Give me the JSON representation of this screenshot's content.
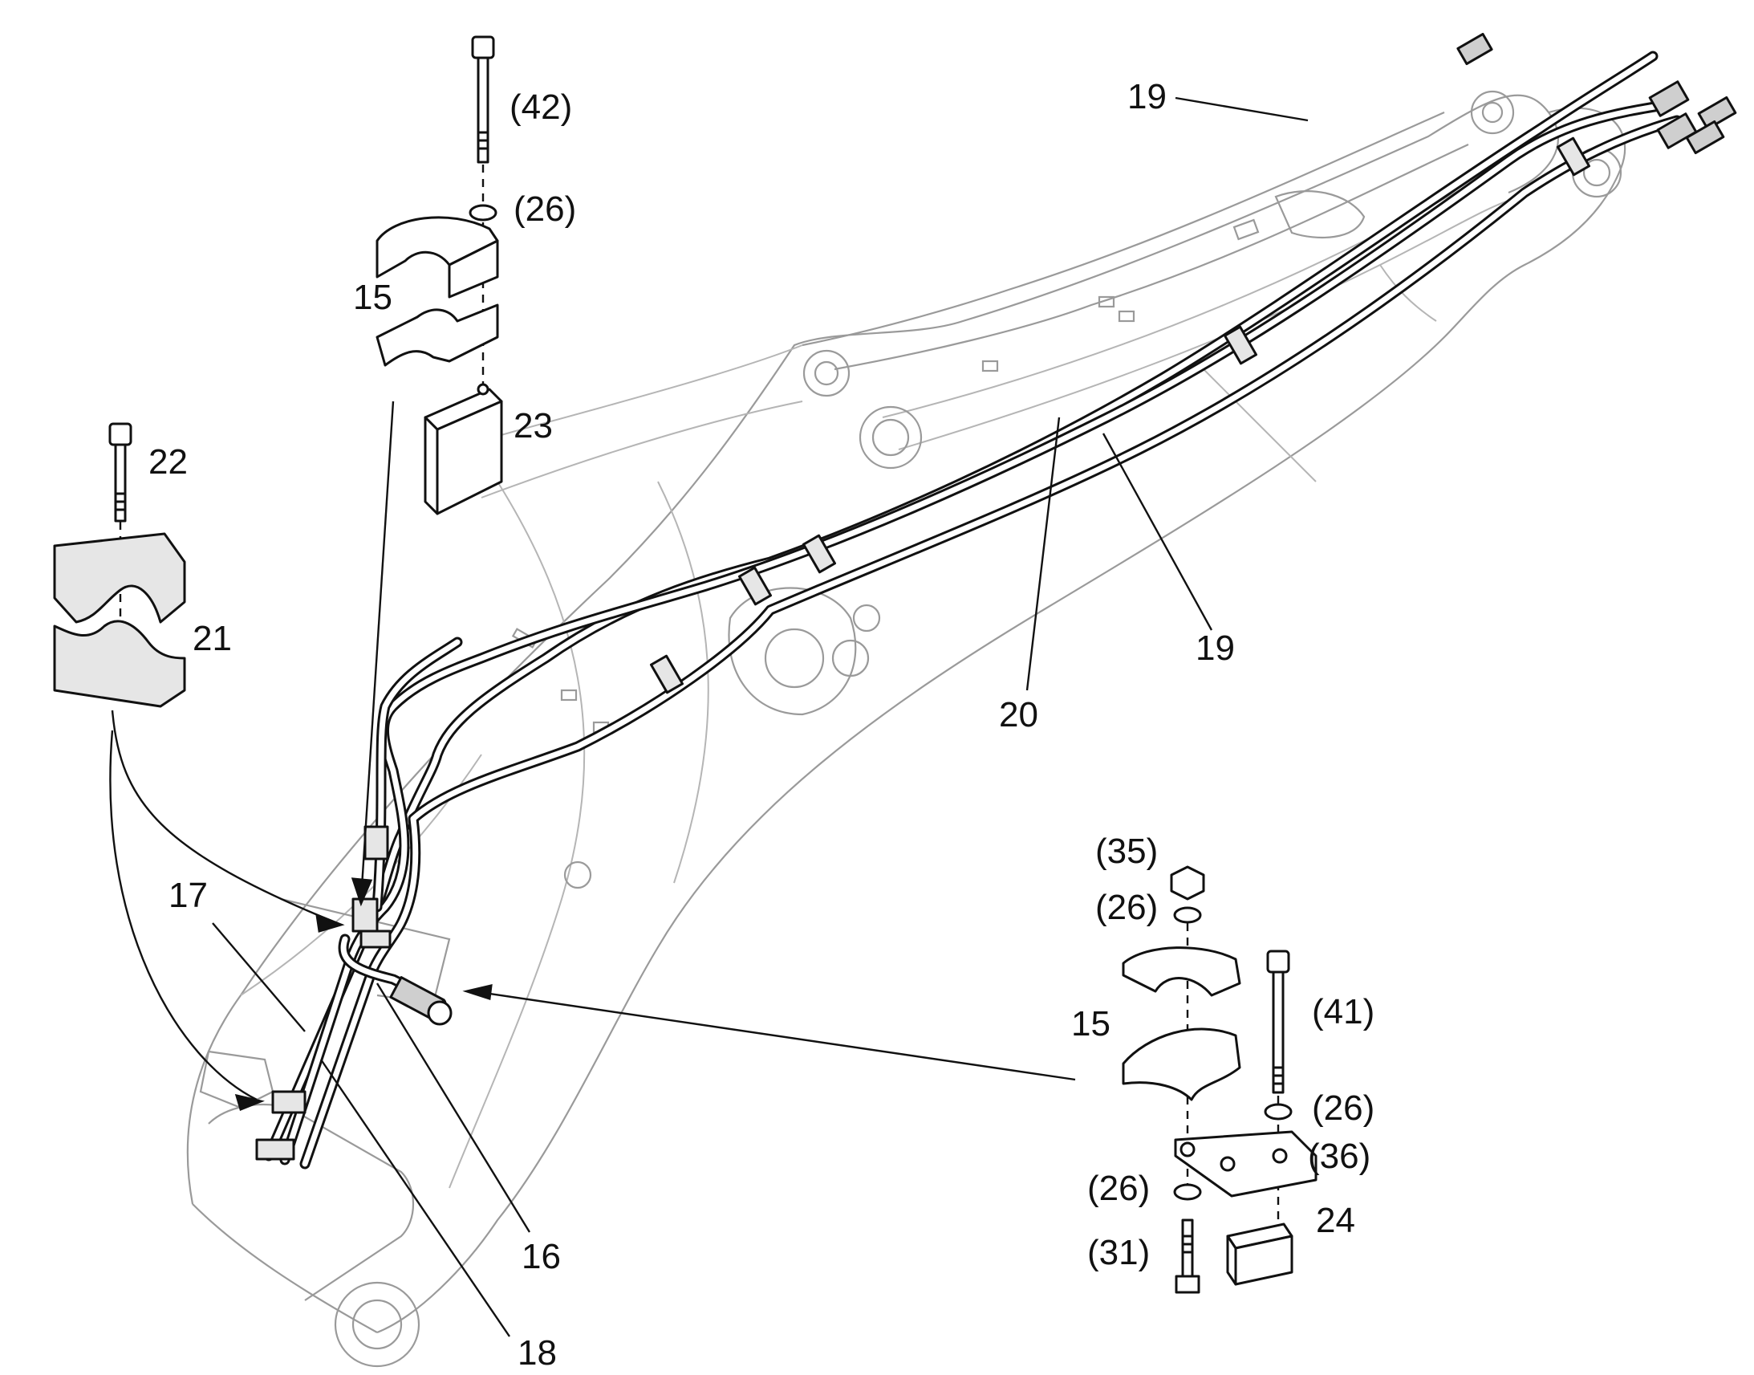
{
  "labels": {
    "l42": "(42)",
    "l26_top": "(26)",
    "l15_top": "15",
    "l23": "23",
    "l22": "22",
    "l21": "21",
    "l19_top": "19",
    "l19_mid": "19",
    "l20": "20",
    "l17": "17",
    "l16": "16",
    "l18": "18",
    "l35": "(35)",
    "l26_a": "(26)",
    "l15_right": "15",
    "l41": "(41)",
    "l26_b": "(26)",
    "l36": "(36)",
    "l26_c": "(26)",
    "l31": "(31)",
    "l24": "24"
  }
}
